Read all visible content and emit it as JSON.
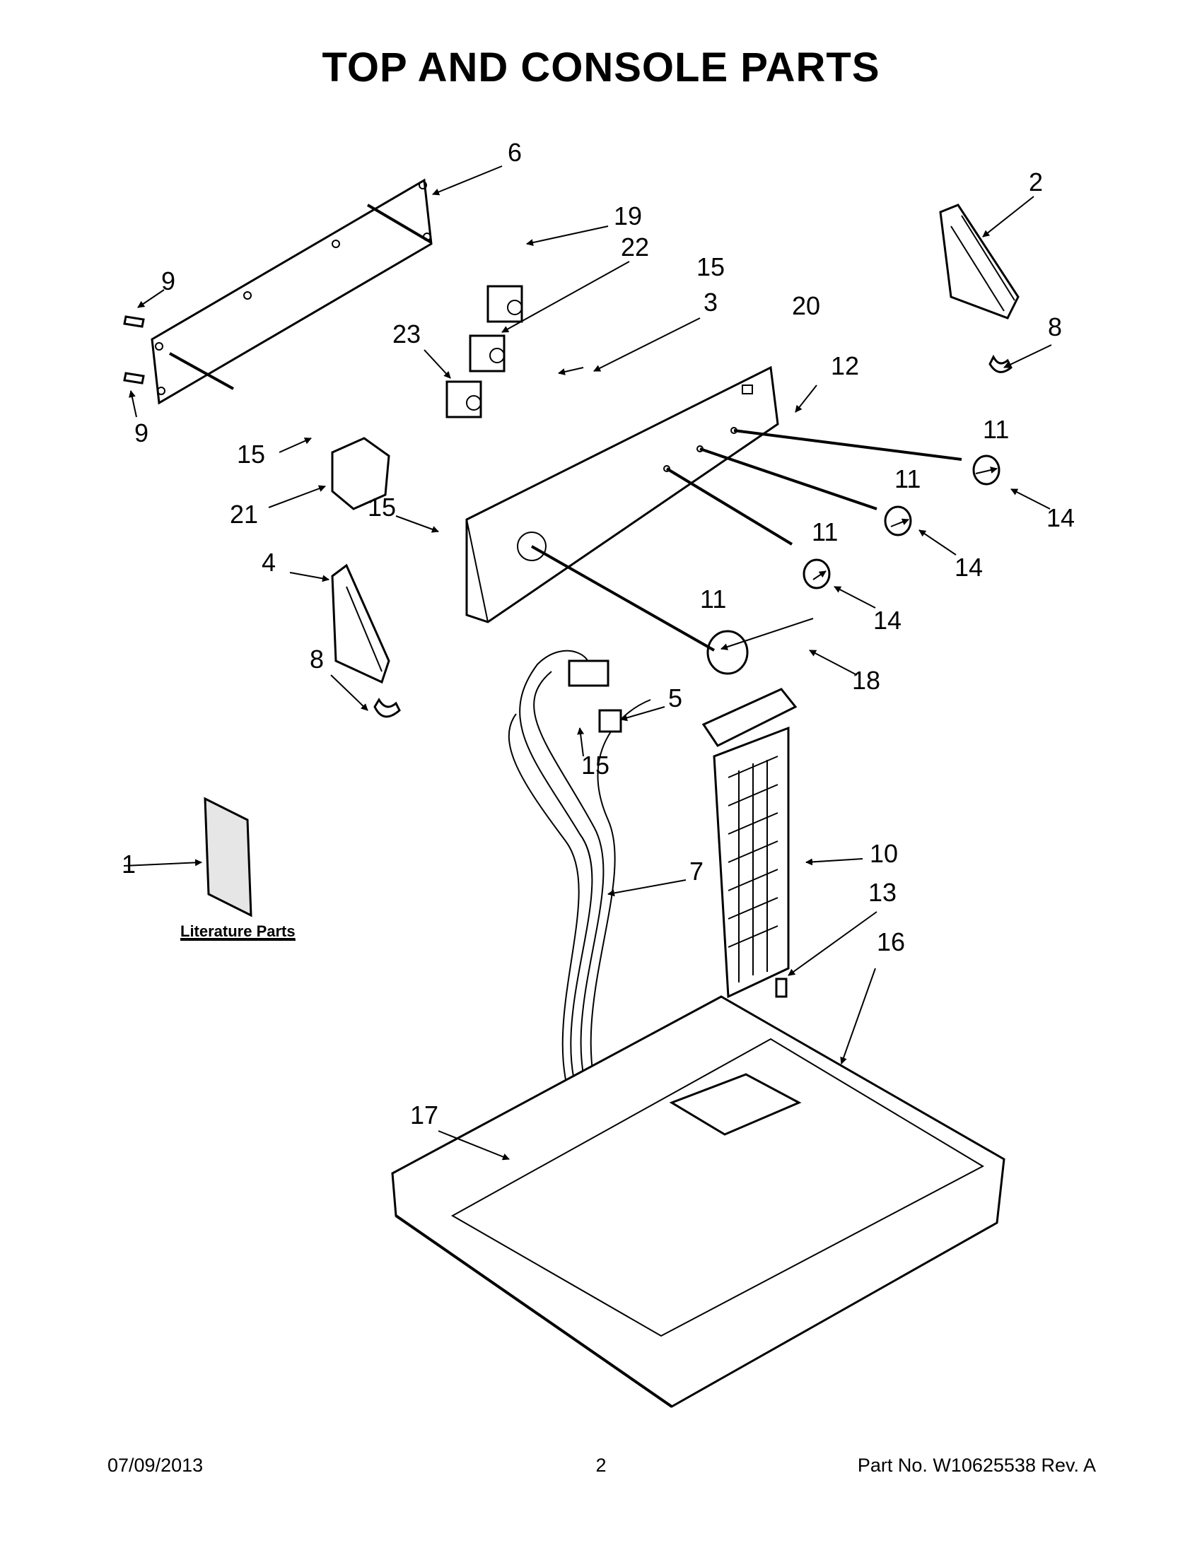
{
  "title": "TOP AND CONSOLE PARTS",
  "literature_label": "Literature Parts",
  "callouts": {
    "c1": "1",
    "c2": "2",
    "c3": "3",
    "c4": "4",
    "c5": "5",
    "c6": "6",
    "c7": "7",
    "c8a": "8",
    "c8b": "8",
    "c9a": "9",
    "c9b": "9",
    "c10": "10",
    "c11a": "11",
    "c11b": "11",
    "c11c": "11",
    "c11d": "11",
    "c12": "12",
    "c13": "13",
    "c14a": "14",
    "c14b": "14",
    "c14c": "14",
    "c15a": "15",
    "c15b": "15",
    "c15c": "15",
    "c15d": "15",
    "c16": "16",
    "c17": "17",
    "c18": "18",
    "c19": "19",
    "c20": "20",
    "c21": "21",
    "c22": "22",
    "c23": "23"
  },
  "footer": {
    "date": "07/09/2013",
    "page": "2",
    "part_no": "Part No.  W10625538  Rev.  A"
  }
}
